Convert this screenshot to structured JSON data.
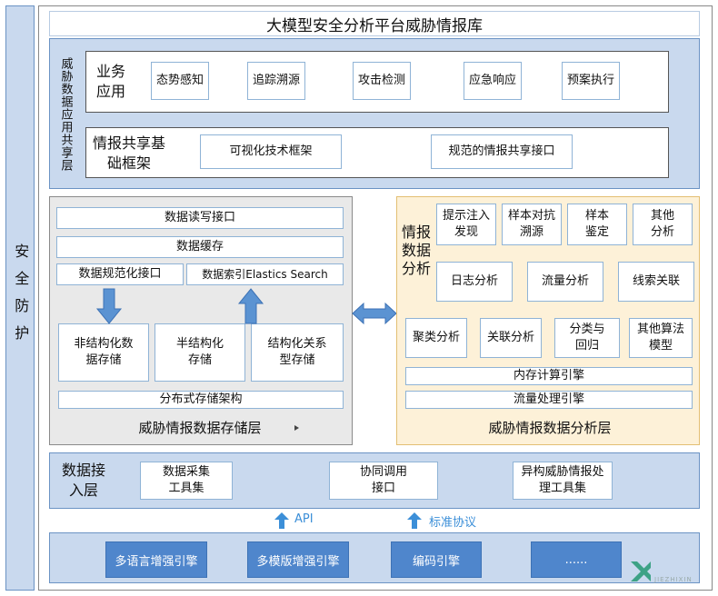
{
  "side_label": "安全防护",
  "title": "大模型安全分析平台威胁情报库",
  "app_layer": {
    "label": "威胁数据应用共享层",
    "business": {
      "label": "业务应用",
      "items": [
        "态势感知",
        "追踪溯源",
        "攻击检测",
        "应急响应",
        "预案执行"
      ]
    },
    "sharing": {
      "label": "情报共享基础框架",
      "items": [
        "可视化技术框架",
        "规范的情报共享接口"
      ]
    }
  },
  "storage": {
    "rw_interface": "数据读写接口",
    "cache": "数据缓存",
    "normalize": "数据规范化接口",
    "index": "数据索引Elastics Search",
    "unstructured": "非结构化数据存储",
    "semistructured": "半结构化存储",
    "structured": "结构化关系型存储",
    "distributed": "分布式存储架构",
    "label": "威胁情报数据存储层"
  },
  "analysis": {
    "label_short": "情报数据分析",
    "row1": [
      "提示注入发现",
      "样本对抗溯源",
      "样本鉴定",
      "其他分析"
    ],
    "row2": [
      "日志分析",
      "流量分析",
      "线索关联"
    ],
    "row3": [
      "聚类分析",
      "关联分析",
      "分类与回归",
      "其他算法模型"
    ],
    "memory_engine": "内存计算引擎",
    "flow_engine": "流量处理引擎",
    "label": "威胁情报数据分析层"
  },
  "ingest": {
    "label": "数据接入层",
    "items": [
      "数据采集工具集",
      "协同调用接口",
      "异构威胁情报处理工具集"
    ]
  },
  "protocols": [
    "API",
    "标准协议"
  ],
  "engines": [
    "多语言增强引擎",
    "多模版增强引擎",
    "编码引擎",
    "......"
  ],
  "watermark": {
    "text": "JIEZHIXIN"
  },
  "colors": {
    "accent": "#4f86cc",
    "panel_blue": "#c9d9ee",
    "panel_gray": "#e9e9e9",
    "panel_cream": "#fdf1d8"
  }
}
